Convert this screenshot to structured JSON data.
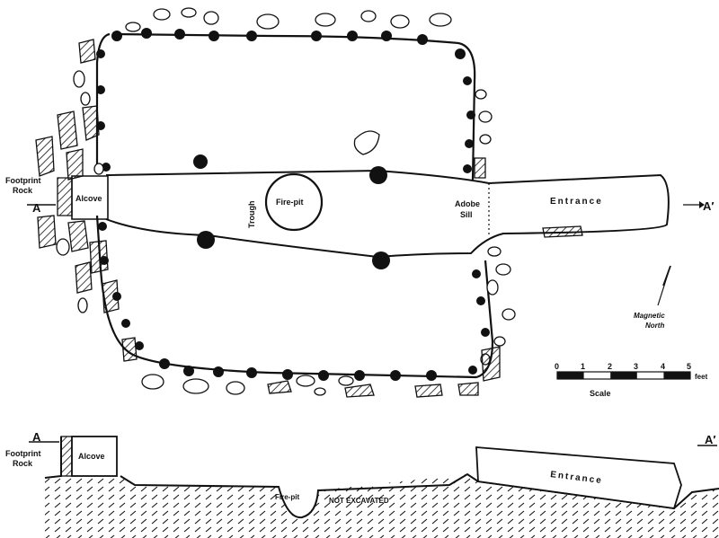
{
  "plan": {
    "footprint_rock": [
      "Footprint",
      "Rock"
    ],
    "section_a": "A",
    "section_a_prime": "A′",
    "alcove": "Alcove",
    "trough": "Trough",
    "fire_pit": "Fire-pit",
    "adobe_sill": [
      "Adobe",
      "Sill"
    ],
    "entrance": "Entrance",
    "magnetic_north": [
      "Magnetic",
      "North"
    ]
  },
  "scale": {
    "ticks": [
      "0",
      "1",
      "2",
      "3",
      "4",
      "5"
    ],
    "unit": "feet",
    "title": "Scale"
  },
  "section": {
    "footprint_rock": [
      "Footprint",
      "Rock"
    ],
    "section_a": "A",
    "section_a_prime": "A′",
    "alcove": "Alcove",
    "fire_pit": "Fire-pit",
    "not_excavated": "NOT EXCAVATED",
    "entrance": "Entrance"
  }
}
